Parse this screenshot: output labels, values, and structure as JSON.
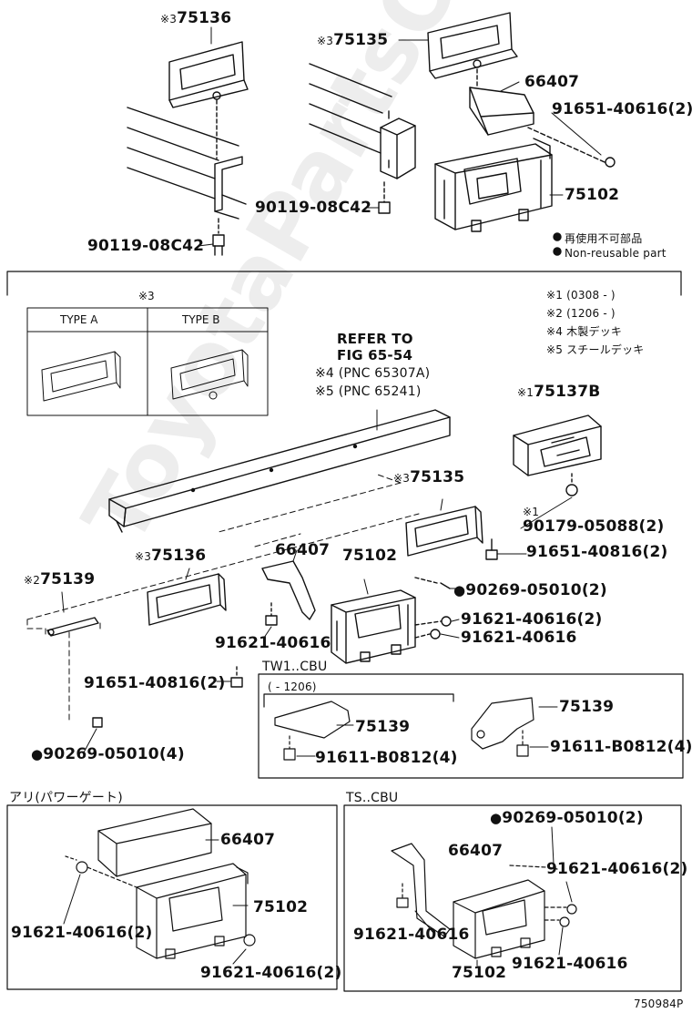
{
  "diagram_id": "750984P",
  "watermark": "ToyotaPartsOnline.ru",
  "legend": {
    "jp": "再使用不可部品",
    "en": "Non-reusable part"
  },
  "notes": {
    "n1": "※1 (0308 -    )",
    "n2": "※2 (1206 -    )",
    "n4": "※4  木製デッキ",
    "n5": "※5  スチールデッキ"
  },
  "type_table": {
    "title_mark": "※3",
    "type_a": "TYPE A",
    "type_b": "TYPE B"
  },
  "refer": {
    "line1": "REFER TO",
    "line2": "FIG 65-54",
    "line3": "※4 (PNC 65307A)",
    "line4": "※5 (PNC 65241)"
  },
  "sections": {
    "tw1": "TW1..CBU",
    "tw1_range": "(    - 1206)",
    "power_gate": "アリ(パワーゲート)",
    "ts": "TS..CBU"
  },
  "parts": {
    "p75136_top": "75136",
    "p75135_top": "75135",
    "p66407_top": "66407",
    "p91651_top": "91651-40616(2)",
    "p75102_top": "75102",
    "p90119_mid": "90119-08C42",
    "p90119_left": "90119-08C42",
    "p75137b": "75137B",
    "p75135_mid": "75135",
    "p90179": "90179-05088(2)",
    "p91651_mid": "91651-40816(2)",
    "p75136_mid": "75136",
    "p66407_mid": "66407",
    "p75102_mid": "75102",
    "p90269_mid": "90269-05010(2)",
    "p91621_a": "91621-40616(2)",
    "p91621_b": "91621-40616",
    "p91621_c": "91621-40616",
    "p75139_left": "75139",
    "p91651_left": "91651-40816(2)",
    "p90269_left": "90269-05010(4)",
    "p75139_tw1a": "75139",
    "p91611_a": "91611-B0812(4)",
    "p75139_tw1b": "75139",
    "p91611_b": "91611-B0812(4)",
    "p66407_pg": "66407",
    "p91621_pg1": "91621-40616(2)",
    "p75102_pg": "75102",
    "p91621_pg2": "91621-40616(2)",
    "p90269_ts": "90269-05010(2)",
    "p66407_ts": "66407",
    "p91621_ts1": "91621-40616(2)",
    "p91621_ts2": "91621-40616",
    "p91621_ts3": "91621-40616",
    "p75102_ts": "75102"
  },
  "marks": {
    "m3": "※3",
    "m1": "※1",
    "m2": "※2"
  },
  "colors": {
    "ink": "#111111",
    "watermark": "#dddddd"
  }
}
